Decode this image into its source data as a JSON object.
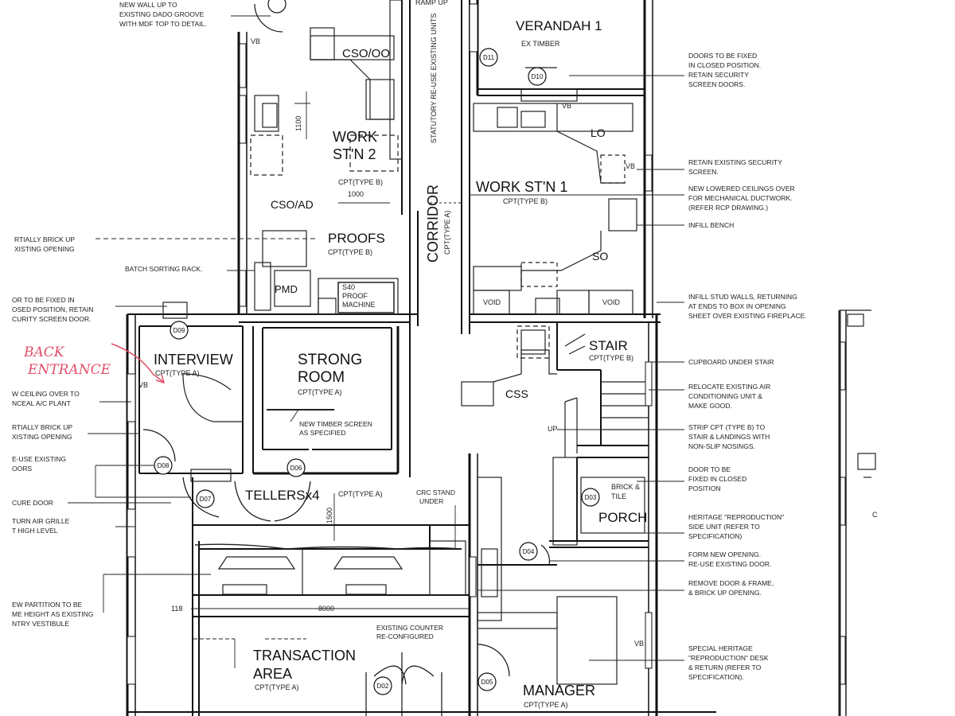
{
  "rooms": {
    "verandah": "VERANDAH 1",
    "verandah_sub": "EX TIMBER",
    "cso_oo": "CSO/OO",
    "work2_a": "WORK",
    "work2_b": "ST'N 2",
    "cso_ad": "CSO/AD",
    "proofs": "PROOFS",
    "proofs_cpt": "CPT(TYPE B)",
    "pmd": "PMD",
    "s40_a": "S40",
    "s40_b": "PROOF",
    "s40_c": "MACHINE",
    "corridor": "CORRIDOR",
    "corridor_cpt": "CPT(TYPE A)",
    "work1": "WORK ST'N 1",
    "work1_cpt": "CPT(TYPE B)",
    "lo": "LO",
    "so": "SO",
    "void1": "VOID",
    "void2": "VOID",
    "interview": "INTERVIEW",
    "interview_cpt": "CPT(TYPE A)",
    "strong_a": "STRONG",
    "strong_b": "ROOM",
    "strong_cpt": "CPT(TYPE A)",
    "stair": "STAIR",
    "stair_cpt": "CPT(TYPE B)",
    "css": "CSS",
    "up": "UP",
    "tellers": "TELLERSx4",
    "tellers_cpt": "CPT(TYPE A)",
    "porch": "PORCH",
    "brick_tile_a": "BRICK &",
    "brick_tile_b": "TILE",
    "transaction_a": "TRANSACTION",
    "transaction_b": "AREA",
    "transaction_cpt": "CPT(TYPE A)",
    "manager": "MANAGER",
    "manager_cpt": "CPT(TYPE A)",
    "ramp": "RAMP UP",
    "statutory": "STATUTORY RE-USE EXISTING UNITS"
  },
  "dimensions": {
    "d1100": "1100",
    "d1000": "1000",
    "d1500": "1500",
    "d8000": "8000",
    "d118": "118",
    "cpt_type_b": "CPT(TYPE B)"
  },
  "doors": [
    "D11",
    "D10",
    "D09",
    "D08",
    "D07",
    "D06",
    "D04",
    "D03",
    "D02",
    "D05"
  ],
  "vb": "VB",
  "left_notes": [
    "NEW WALL UP TO",
    "EXISTING DADO GROOVE",
    "WITH MDF TOP TO DETAIL.",
    "RTIALLY BRICK UP",
    "XISTING OPENING",
    "BATCH SORTING RACK.",
    "OR TO BE FIXED IN",
    "OSED POSITION, RETAIN",
    "CURITY SCREEN DOOR.",
    "W CEILING OVER TO",
    "NCEAL A/C PLANT",
    "RTIALLY BRICK UP",
    "XISTING OPENING",
    "E-USE EXISTING",
    "OORS",
    "CURE DOOR",
    "TURN AIR GRILLE",
    "T HIGH LEVEL",
    "EW PARTITION TO BE",
    "ME HEIGHT AS EXISTING",
    "NTRY VESTIBULE"
  ],
  "right_notes": [
    "DOORS TO BE FIXED",
    "IN CLOSED POSITION.",
    "RETAIN SECURITY",
    "SCREEN DOORS.",
    "RETAIN EXISTING SECURITY",
    "SCREEN.",
    "NEW LOWERED CEILINGS OVER",
    "FOR MECHANICAL DUCTWORK.",
    "(REFER RCP DRAWING.)",
    "INFILL BENCH",
    "INFILL STUD WALLS, RETURNING",
    "AT ENDS TO BOX IN OPENING",
    "SHEET OVER EXISTING FIREPLACE.",
    "CUPBOARD UNDER STAIR",
    "RELOCATE EXISTING AIR",
    "CONDITIONING UNIT &",
    "MAKE GOOD.",
    "STRIP CPT (TYPE B) TO",
    "STAIR & LANDINGS WITH",
    "NON-SLIP NOSINGS.",
    "DOOR TO BE",
    "FIXED IN CLOSED",
    "POSITION",
    "HERITAGE \"REPRODUCTION\"",
    "SIDE UNIT (REFER TO",
    "SPECIFICATION)",
    "FORM NEW OPENING.",
    "RE-USE EXISTING DOOR.",
    "REMOVE DOOR & FRAME,",
    "& BRICK UP OPENING.",
    "SPECIAL HERITAGE",
    "\"REPRODUCTION\" DESK",
    "& RETURN (REFER TO",
    "SPECIFICATION)."
  ],
  "inner_notes": {
    "new_timber_a": "NEW TIMBER SCREEN",
    "new_timber_b": "AS SPECIFIED",
    "crc_a": "CRC STAND",
    "crc_b": "UNDER",
    "counter_a": "EXISTING COUNTER",
    "counter_b": "RE-CONFIGURED"
  },
  "handwritten": [
    "BACK",
    "ENTRANCE"
  ],
  "far_right": "C"
}
